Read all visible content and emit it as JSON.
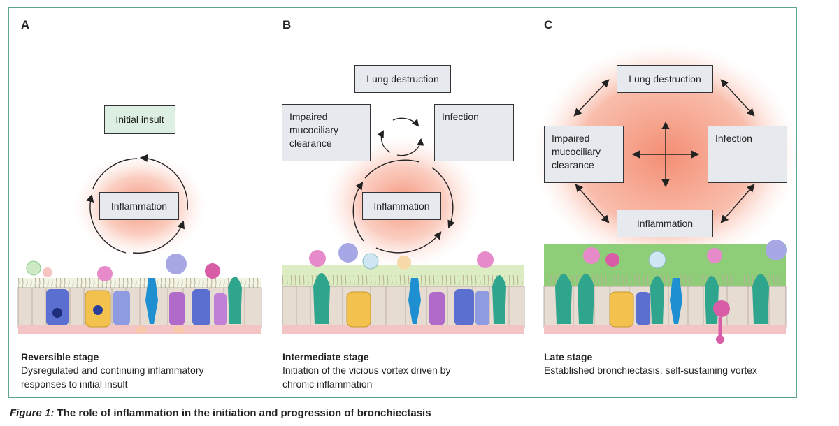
{
  "panels": [
    {
      "letter": "A",
      "stage_title": "Reversible stage",
      "stage_desc_lines": [
        "Dysregulated and continuing inflammatory",
        "responses to initial insult"
      ],
      "boxes": {
        "insult": "Initial insult",
        "inflammation": "Inflammation"
      }
    },
    {
      "letter": "B",
      "stage_title": "Intermediate stage",
      "stage_desc_lines": [
        "Initiation of the vicious vortex driven by",
        "chronic inflammation"
      ],
      "boxes": {
        "lung": "Lung destruction",
        "mucociliary_lines": [
          "Impaired",
          "mucociliary",
          "clearance"
        ],
        "infection": "Infection",
        "inflammation": "Inflammation"
      }
    },
    {
      "letter": "C",
      "stage_title": "Late stage",
      "stage_desc_lines": [
        "Established bronchiectasis, self-sustaining vortex"
      ],
      "boxes": {
        "lung": "Lung destruction",
        "mucociliary_lines": [
          "Impaired",
          "mucociliary",
          "clearance"
        ],
        "infection": "Infection",
        "inflammation": "Inflammation"
      }
    }
  ],
  "caption": {
    "figure_label": "Figure 1:",
    "text": "The role of inflammation in the initiation and progression of bronchiectasis"
  },
  "colors": {
    "frame": "#5fa58a",
    "box_fill": "#e6eaef",
    "insult_fill": "#dcefe2",
    "glow": "#f28c6e",
    "mucus_a": "#eef3dd",
    "mucus_b": "#dcedc4",
    "mucus_c": "#8fce78"
  }
}
